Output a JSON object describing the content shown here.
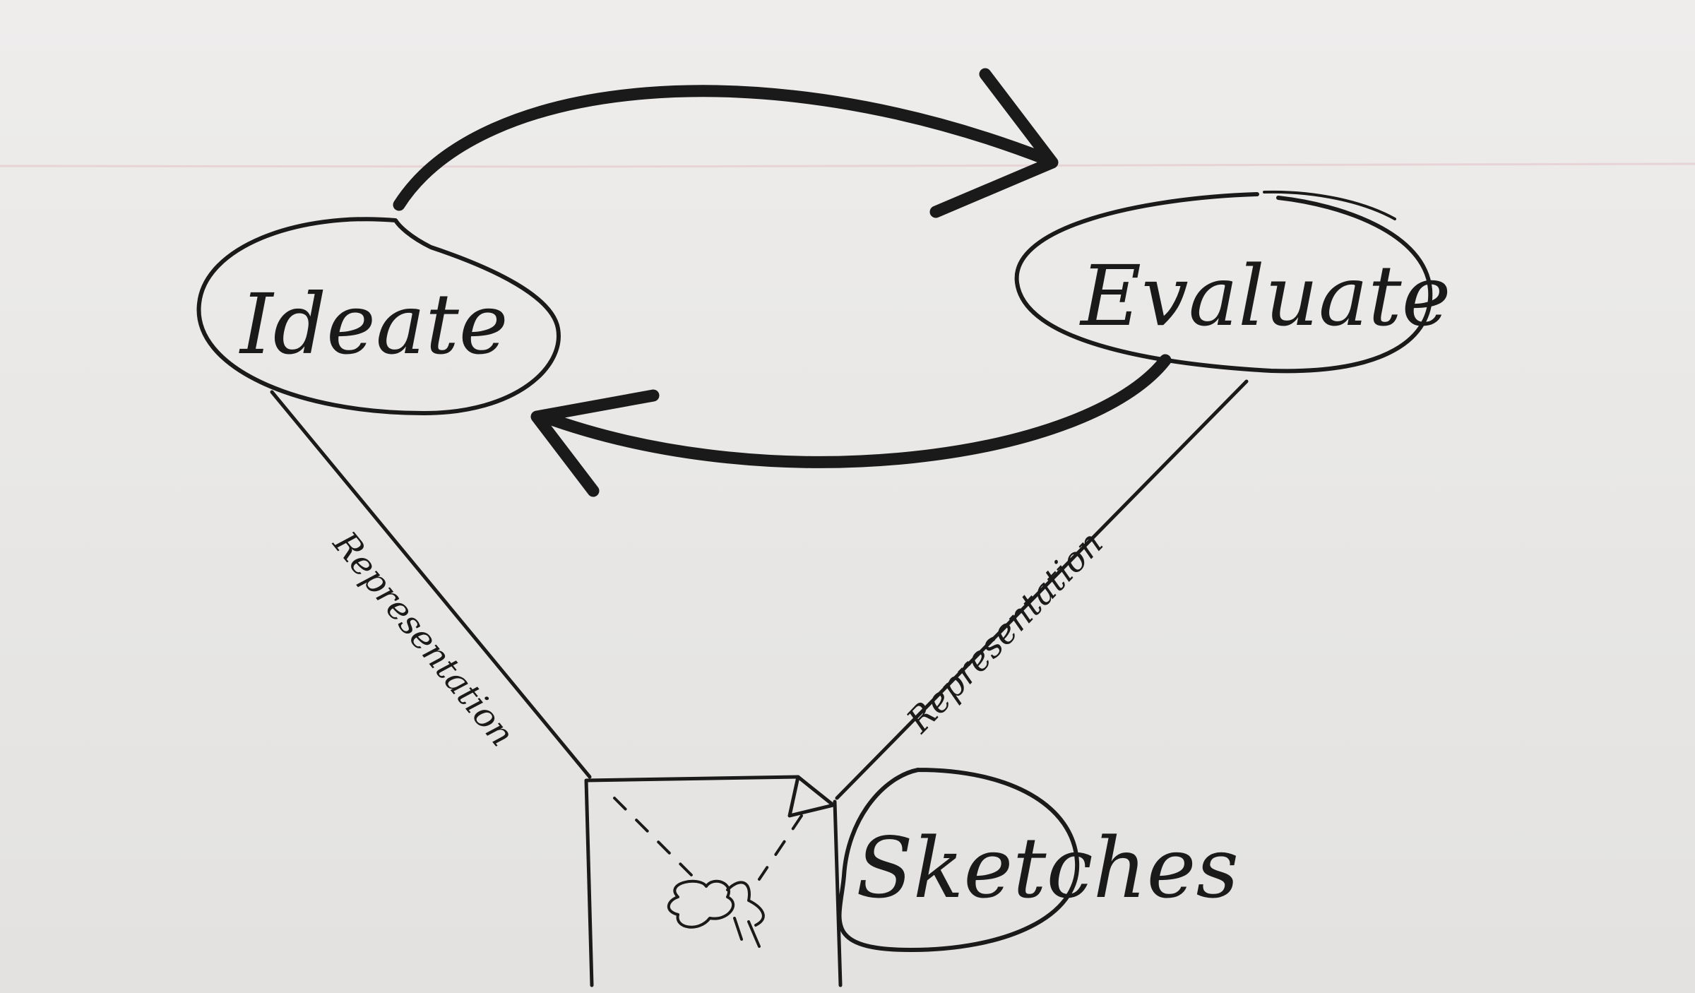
{
  "diagram": {
    "nodes": {
      "ideate": {
        "label": "Ideate"
      },
      "evaluate": {
        "label": "Evaluate"
      },
      "sketches": {
        "label": "Sketches"
      }
    },
    "edges": {
      "ideate_to_evaluate": {
        "from": "ideate",
        "to": "evaluate"
      },
      "evaluate_to_ideate": {
        "from": "evaluate",
        "to": "ideate"
      },
      "sketches_to_ideate": {
        "from": "sketches",
        "to": "ideate",
        "label": "Representation"
      },
      "sketches_to_evaluate": {
        "from": "sketches",
        "to": "evaluate",
        "label": "Representation"
      }
    },
    "ink_color": "#1a1a1a",
    "paper_color": "#e9e8e6"
  }
}
